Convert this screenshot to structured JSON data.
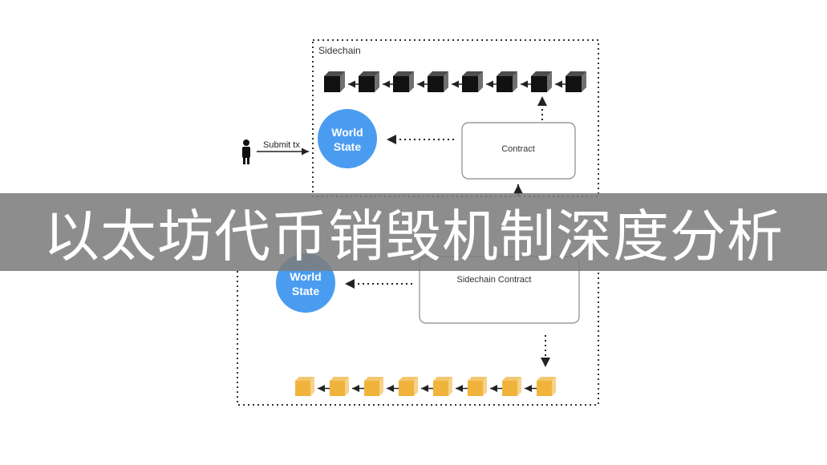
{
  "diagram": {
    "sidechain_label": "Sidechain",
    "submit_label": "Submit tx",
    "world_state_top": [
      "World",
      "State"
    ],
    "contract_label": "Contract",
    "world_state_bottom": [
      "World",
      "State"
    ],
    "sidechain_contract_label": "Sidechain Contract",
    "black_chain_block_count": 8,
    "gold_chain_block_count": 8,
    "colors": {
      "world_state": "#4a9cf0",
      "black_block": "#111111",
      "gold_block": "#f0b43c",
      "border": "#333333"
    }
  },
  "banner": {
    "title": "以太坊代币销毁机制深度分析"
  }
}
